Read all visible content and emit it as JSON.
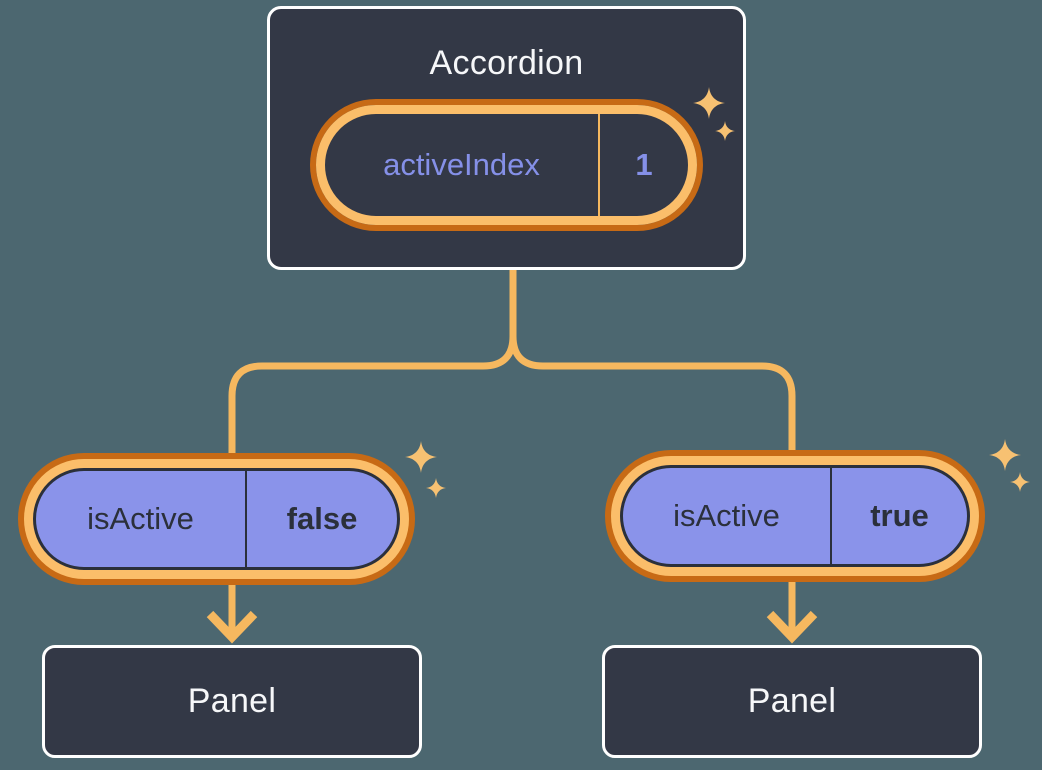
{
  "diagram": {
    "root": {
      "title": "Accordion",
      "state_name": "activeIndex",
      "state_value": "1"
    },
    "left_child": {
      "prop_name": "isActive",
      "prop_value": "false",
      "panel_label": "Panel"
    },
    "right_child": {
      "prop_name": "isActive",
      "prop_value": "true",
      "panel_label": "Panel"
    },
    "icons": {
      "sparkle": "✦ four-point star",
      "arrow_down": "v-chevron arrowhead"
    },
    "colors": {
      "background": "#4C6770",
      "node_fill": "#333846",
      "node_border": "#FFFFFF",
      "ring_outer_orange": "#C76A15",
      "ring_inner_orange": "#FBBE6A",
      "connector_orange": "#F6B85F",
      "sparkle_orange": "#F7C172",
      "prop_pill_fill": "#8A93EA",
      "state_text_purple": "#8590E8",
      "prop_text_dark": "#2B303B",
      "title_text": "#F6F7F9"
    }
  }
}
